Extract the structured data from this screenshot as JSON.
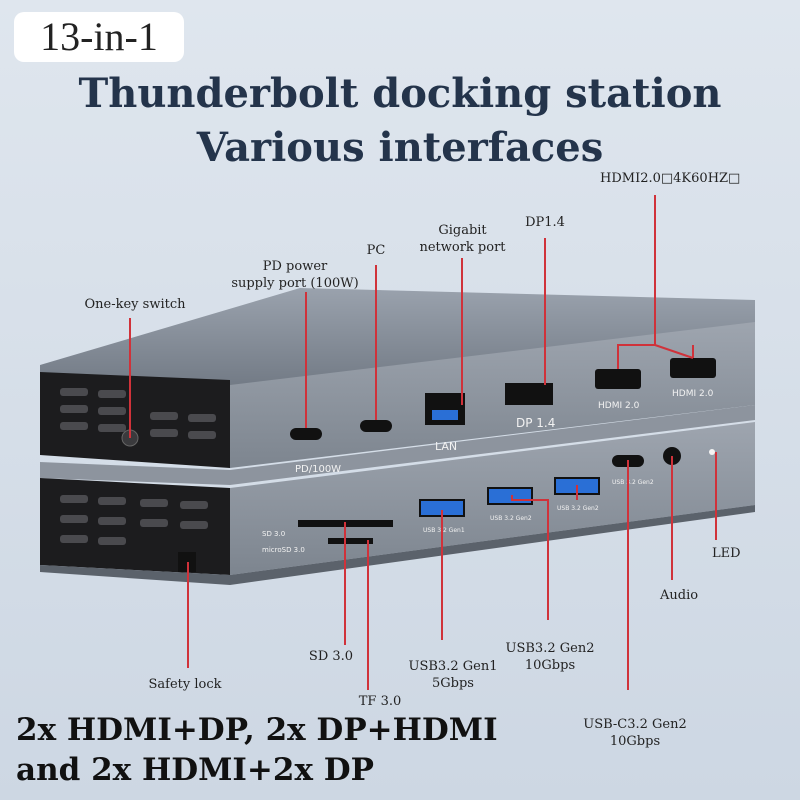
{
  "badge": "13-in-1",
  "title_line1": "Thunderbolt docking station",
  "title_line2": "Various interfaces",
  "labels": {
    "hdmi_top": "HDMI2.0□4K60HZ□",
    "dp": "DP1.4",
    "gigabit_1": "Gigabit",
    "gigabit_2": "network port",
    "pc": "PC",
    "pd_1": "PD power",
    "pd_2": "supply port (100W)",
    "onekey": "One-key switch",
    "led": "LED",
    "audio": "Audio",
    "usb_gen2_1": "USB3.2 Gen2",
    "usb_gen2_2": "10Gbps",
    "usb_gen1_1": "USB3.2 Gen1",
    "usb_gen1_2": "5Gbps",
    "sd": "SD 3.0",
    "tf": "TF 3.0",
    "safety": "Safety lock",
    "usbc_1": "USB-C3.2 Gen2",
    "usbc_2": "10Gbps"
  },
  "device_marks": {
    "pd": "PD/100W",
    "lan": "LAN",
    "dp": "DP 1.4",
    "hdmi_a": "HDMI 2.0",
    "hdmi_b": "HDMI 2.0",
    "sd": "SD 3.0",
    "microsd": "microSD 3.0",
    "usb_gen1": "USB 3.2 Gen1",
    "usb_gen2_a": "USB 3.2 Gen2",
    "usb_gen2_b": "USB 3.2 Gen2",
    "usbc": "USB 3.2 Gen2"
  },
  "bottom_line1": "2x HDMI+DP, 2x DP+HDMI",
  "bottom_line2": "and 2x HDMI+2x DP",
  "colors": {
    "accent_line": "#d0323a",
    "title": "#24344b"
  }
}
